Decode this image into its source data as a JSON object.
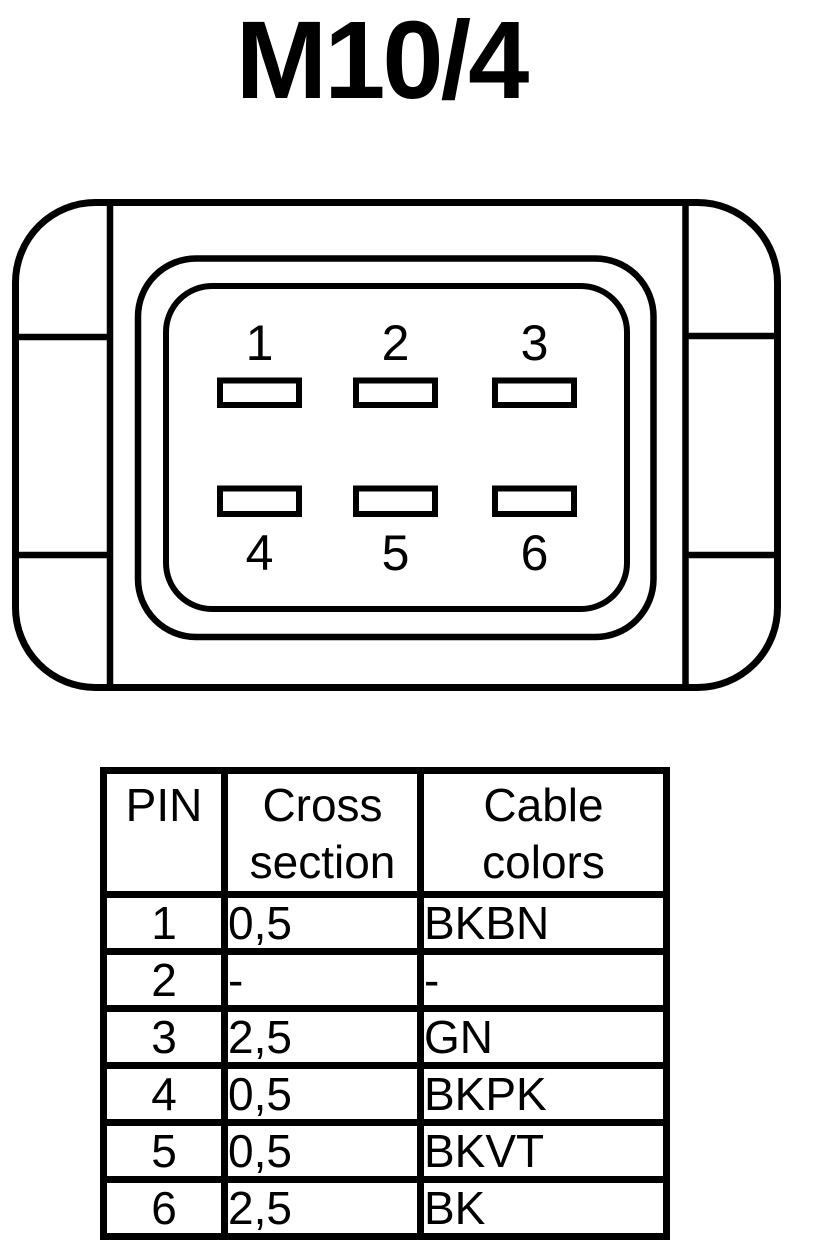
{
  "title": "M10/4",
  "connector": {
    "top_pin_labels": [
      "1",
      "2",
      "3"
    ],
    "bottom_pin_labels": [
      "4",
      "5",
      "6"
    ]
  },
  "table": {
    "headers": [
      "PIN",
      "Cross section",
      "Cable colors"
    ],
    "rows": [
      [
        "1",
        "0,5",
        "BKBN"
      ],
      [
        "2",
        "-",
        "-"
      ],
      [
        "3",
        "2,5",
        "GN"
      ],
      [
        "4",
        "0,5",
        "BKPK"
      ],
      [
        "5",
        "0,5",
        "BKVT"
      ],
      [
        "6",
        "2,5",
        "BK"
      ]
    ]
  },
  "colors": {
    "ink": "#000000",
    "background": "#ffffff"
  }
}
